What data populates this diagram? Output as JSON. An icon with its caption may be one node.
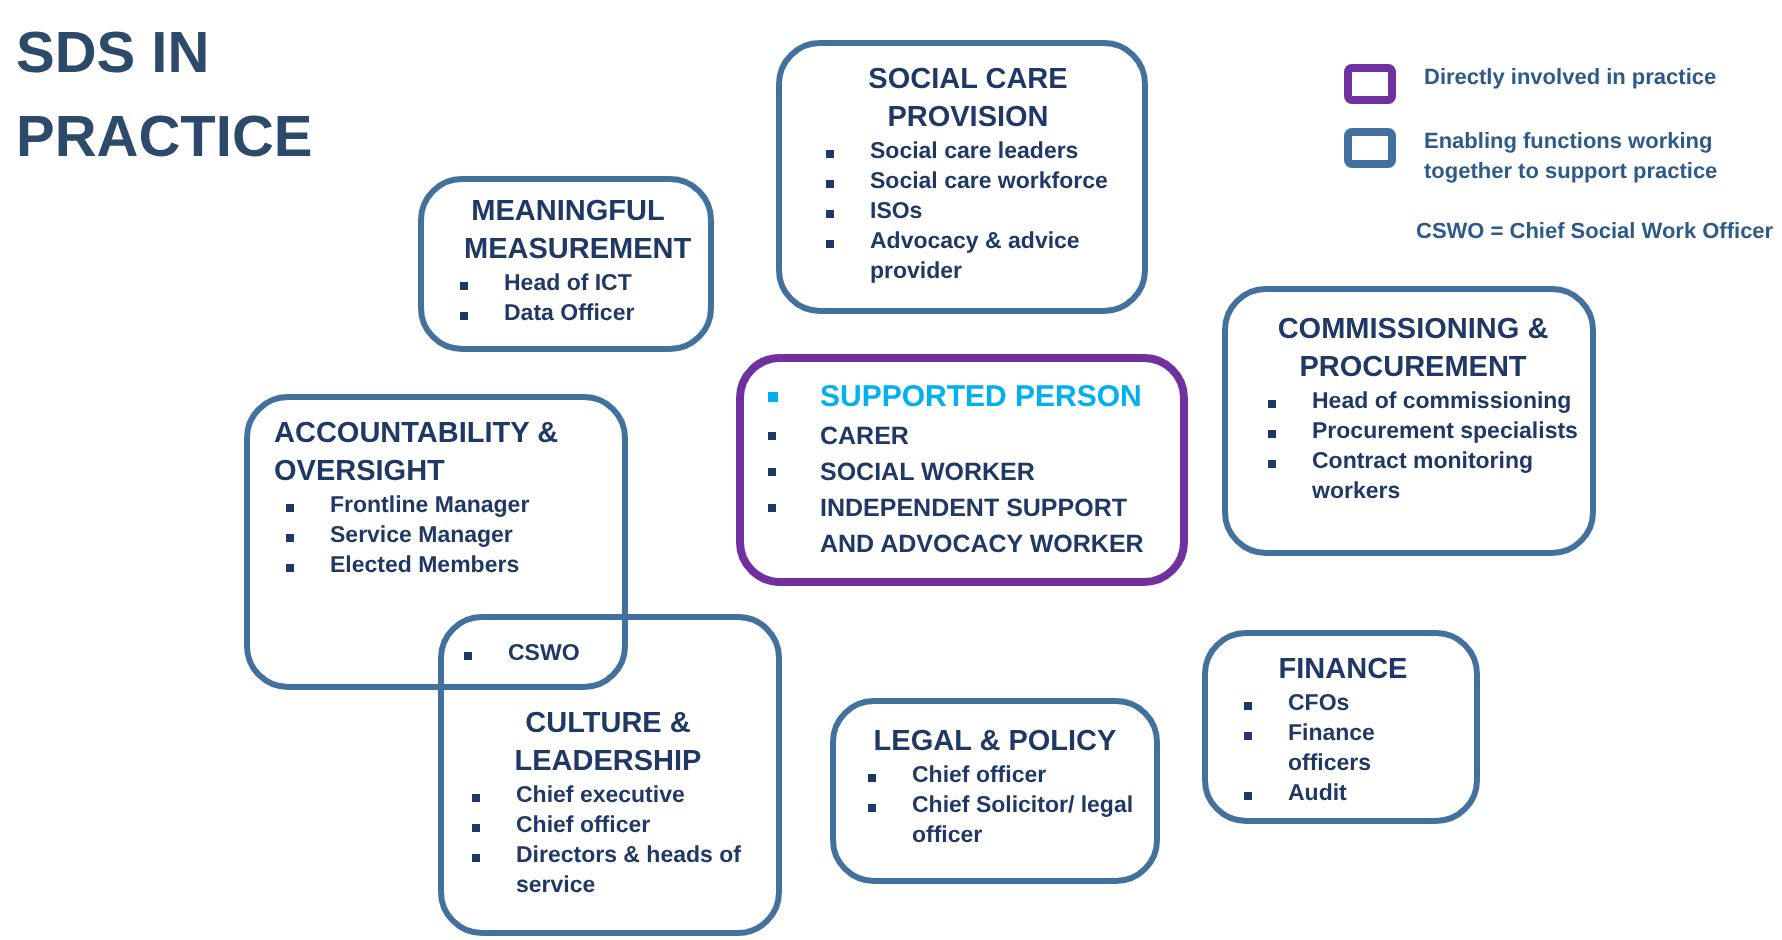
{
  "diagram": {
    "title": "SDS IN PRACTICE",
    "nodes": [
      {
        "text": [
          "SOCIAL CARE PROVISION",
          "Social care leaders",
          "Social care workforce",
          "ISOs",
          "Advocacy & advice provider"
        ]
      },
      {
        "text": [
          "MEANINGFUL MEASUREMENT",
          "Head of ICT",
          "Data Officer"
        ]
      },
      {
        "text": [
          "COMMISSIONING & PROCUREMENT",
          "Head of commissioning",
          "Procurement specialists",
          "Contract monitoring workers"
        ]
      },
      {
        "text": [
          "SUPPORTED PERSON",
          "CARER",
          "SOCIAL WORKER",
          "INDEPENDENT SUPPORT AND ADVOCACY WORKER"
        ]
      },
      {
        "text": [
          "ACCOUNTABILITY & OVERSIGHT",
          "Frontline Manager",
          "Service Manager",
          "Elected Members"
        ]
      },
      {
        "text": [
          "CSWO",
          "CULTURE & LEADERSHIP",
          "Chief executive",
          "Chief officer",
          "Directors & heads of service"
        ]
      },
      {
        "text": [
          "FINANCE",
          "CFOs",
          "Finance officers",
          "Audit"
        ]
      },
      {
        "text": [
          "LEGAL & POLICY",
          "Chief officer",
          "Chief Solicitor/ legal officer"
        ]
      }
    ],
    "edges": [],
    "labels": [
      "CSWO = Chief Social Work Officer"
    ],
    "legend": [
      {
        "text": "Directly involved in practice",
        "color": "#7030a0"
      },
      {
        "text": "Enabling functions working together to support practice",
        "color": "#41719c"
      }
    ]
  }
}
